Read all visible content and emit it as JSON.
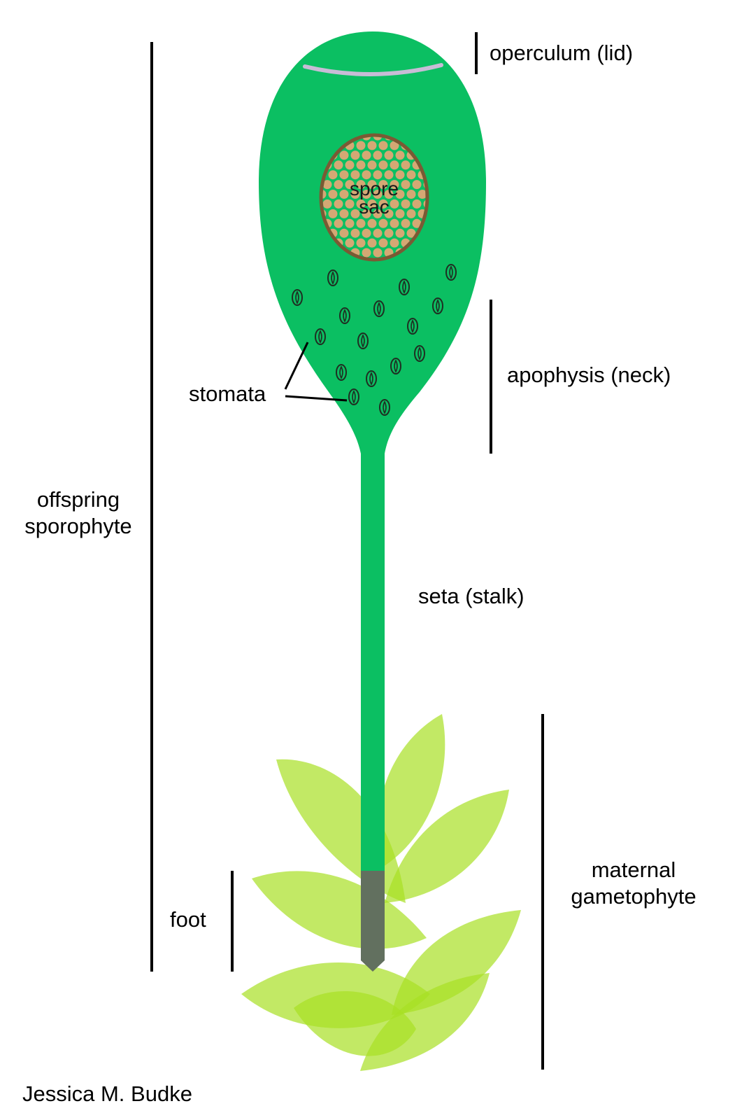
{
  "labels": {
    "operculum": "operculum (lid)",
    "spore_sac_line1": "spore",
    "spore_sac_line2": "sac",
    "apophysis": "apophysis (neck)",
    "stomata": "stomata",
    "offspring_line1": "offspring",
    "offspring_line2": "sporophyte",
    "seta": "seta (stalk)",
    "maternal_line1": "maternal",
    "maternal_line2": "gametophyte",
    "foot": "foot"
  },
  "credit": "Jessica M. Budke",
  "colors": {
    "capsule_green": "#0bbf62",
    "operculum_ring": "#c8bcd6",
    "spore_sac_fill": "#c9a56c",
    "spore_sac_border": "#7a5a34",
    "spore_dot": "#d4a874",
    "foot_gray": "#62705f",
    "leaf_green": "#a8e023",
    "stoma_stroke": "#1f2f22"
  }
}
